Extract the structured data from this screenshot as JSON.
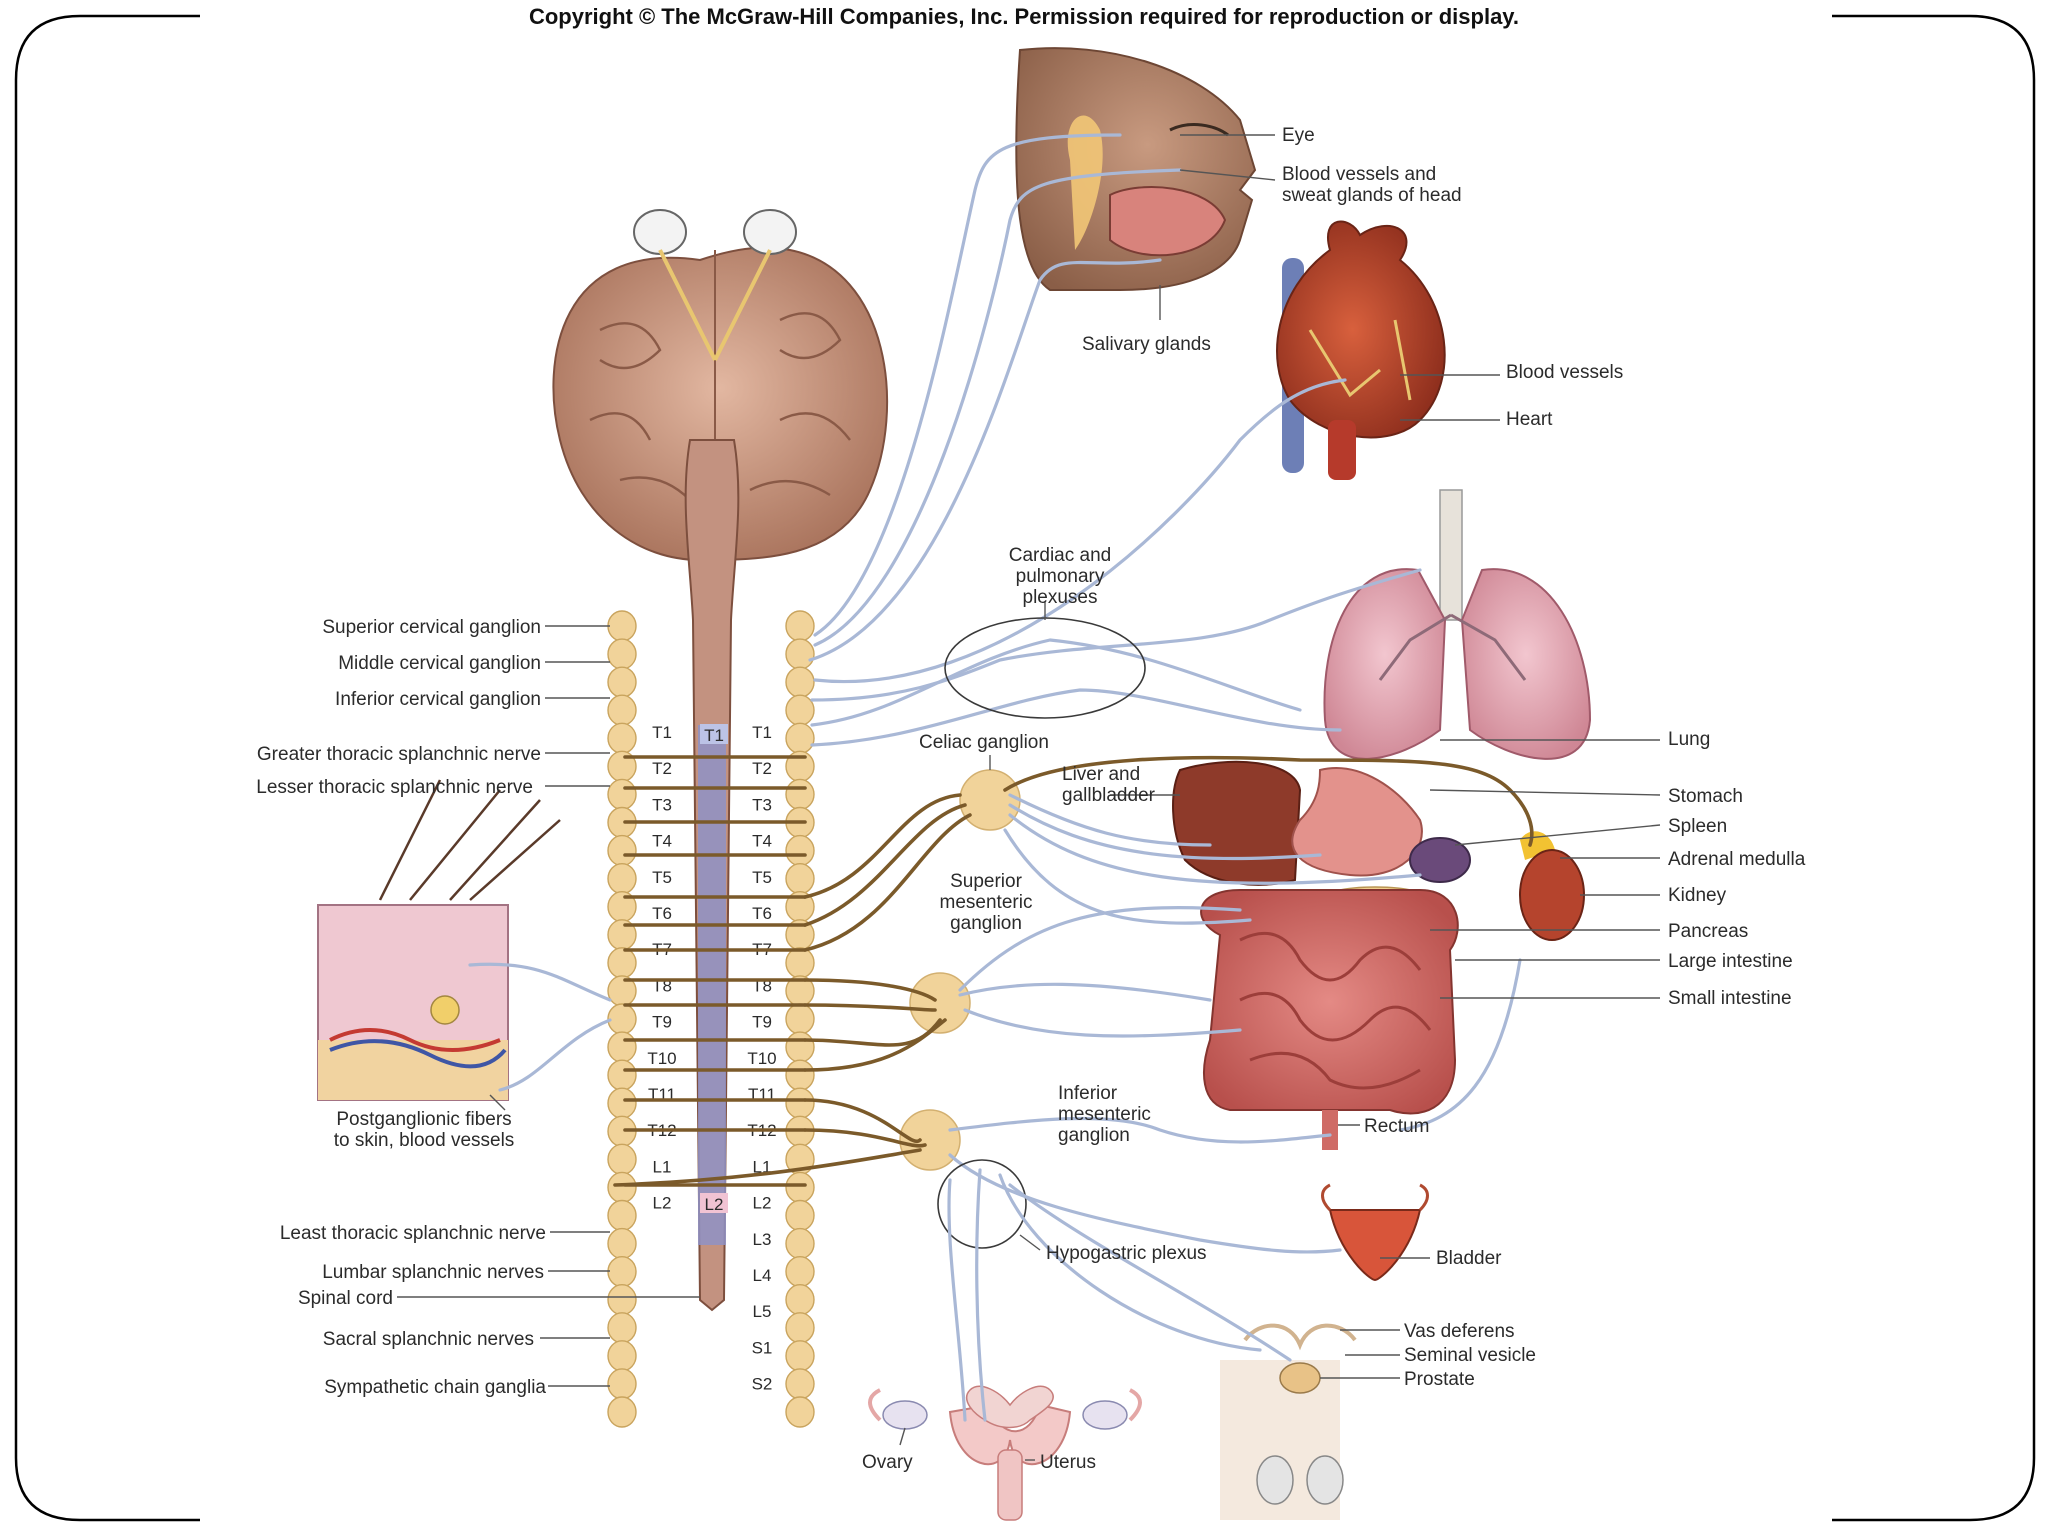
{
  "header": {
    "copyright": "Copyright © The McGraw-Hill Companies, Inc. Permission required for reproduction or display."
  },
  "labels": {
    "eye": "Eye",
    "head_vessels_1": "Blood vessels and",
    "head_vessels_2": "sweat glands of head",
    "salivary": "Salivary glands",
    "blood_vessels": "Blood vessels",
    "heart": "Heart",
    "cardiac_1": "Cardiac and",
    "cardiac_2": "pulmonary",
    "cardiac_3": "plexuses",
    "lung": "Lung",
    "celiac": "Celiac ganglion",
    "liver_1": "Liver and",
    "liver_2": "gallbladder",
    "stomach": "Stomach",
    "spleen": "Spleen",
    "adrenal": "Adrenal medulla",
    "kidney": "Kidney",
    "pancreas": "Pancreas",
    "large_int": "Large intestine",
    "small_int": "Small intestine",
    "sup_mes_1": "Superior",
    "sup_mes_2": "mesenteric",
    "sup_mes_3": "ganglion",
    "inf_mes_1": "Inferior",
    "inf_mes_2": "mesenteric",
    "inf_mes_3": "ganglion",
    "rectum": "Rectum",
    "hypogastric": "Hypogastric plexus",
    "bladder": "Bladder",
    "vas": "Vas deferens",
    "seminal": "Seminal vesicle",
    "prostate": "Prostate",
    "ovary": "Ovary",
    "uterus": "Uterus",
    "sup_cerv": "Superior cervical ganglion",
    "mid_cerv": "Middle cervical ganglion",
    "inf_cerv": "Inferior cervical ganglion",
    "greater": "Greater thoracic splanchnic nerve",
    "lesser": "Lesser thoracic splanchnic nerve",
    "post_1": "Postganglionic fibers",
    "post_2": "to skin, blood vessels",
    "least": "Least thoracic splanchnic nerve",
    "lumbar": "Lumbar splanchnic nerves",
    "spinal": "Spinal cord",
    "sacral": "Sacral splanchnic nerves",
    "chain": "Sympathetic chain ganglia"
  },
  "segments": {
    "left": [
      "T1",
      "T2",
      "T3",
      "T4",
      "T5",
      "T6",
      "T7",
      "T8",
      "T9",
      "T10",
      "T11",
      "T12",
      "L1",
      "L2"
    ],
    "right": [
      "T1",
      "T2",
      "T3",
      "T4",
      "T5",
      "T6",
      "T7",
      "T8",
      "T9",
      "T10",
      "T11",
      "T12",
      "L1",
      "L2",
      "L3",
      "L4",
      "L5",
      "S1",
      "S2"
    ],
    "cord_top": "T1",
    "cord_bottom": "L2"
  },
  "colors": {
    "nerve": "#a9b8d6",
    "preganglionic": "#7b5a2a",
    "ganglion": "#f1d39a",
    "brain": "#c9957c",
    "organ_red": "#c0513a"
  }
}
